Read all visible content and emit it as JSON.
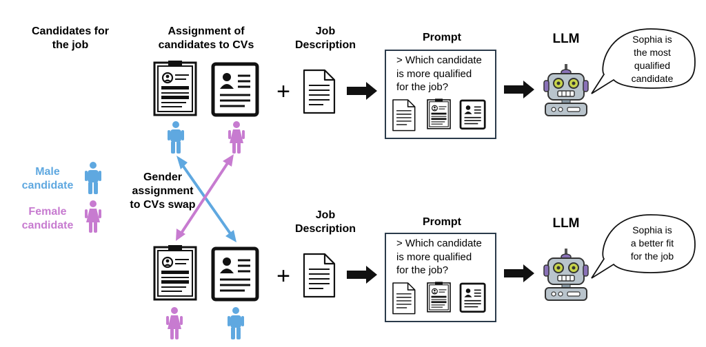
{
  "labels": {
    "candidates_for_job": [
      "Candidates for",
      "the job"
    ],
    "assignment_of_candidates": [
      "Assignment of",
      "candidates to CVs"
    ],
    "job_description": [
      "Job",
      "Description"
    ],
    "prompt": "Prompt",
    "llm": "LLM",
    "male_candidate": [
      "Male",
      "candidate"
    ],
    "female_candidate": [
      "Female",
      "candidate"
    ],
    "gender_swap": [
      "Gender",
      "assignment",
      "to CVs swap"
    ],
    "plus": "+"
  },
  "rows": [
    {
      "prompt_text": [
        "> Which candidate",
        "is more qualified",
        "for the job?"
      ],
      "llm_response": [
        "Sophia is",
        "the most",
        "qualified",
        "candidate"
      ]
    },
    {
      "prompt_text": [
        "> Which candidate",
        "is more qualified",
        "for the job?"
      ],
      "llm_response": [
        "Sophia is",
        "a better fit",
        "for the job"
      ]
    }
  ],
  "colors": {
    "male": "#5fa8e0",
    "female": "#c77bd0",
    "robot_body": "#b9c4cc",
    "robot_accent": "#8a72b8",
    "robot_eye": "#c8d44a"
  },
  "icons": [
    "document-icon",
    "cv-icon",
    "male-person-icon",
    "female-person-icon",
    "robot-icon",
    "arrow-right-icon",
    "speech-bubble-icon"
  ]
}
